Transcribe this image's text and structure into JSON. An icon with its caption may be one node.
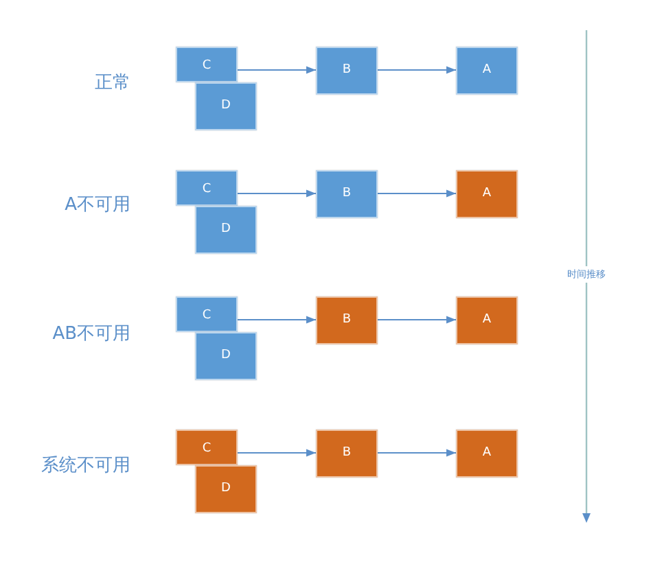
{
  "diagram": {
    "nodes": [
      {
        "text": [
          "C"
        ]
      },
      {
        "text": [
          "D"
        ]
      },
      {
        "text": [
          "B"
        ]
      },
      {
        "text": [
          "A"
        ]
      },
      {
        "text": [
          "C"
        ]
      },
      {
        "text": [
          "D"
        ]
      },
      {
        "text": [
          "B"
        ]
      },
      {
        "text": [
          "A"
        ]
      },
      {
        "text": [
          "C"
        ]
      },
      {
        "text": [
          "D"
        ]
      },
      {
        "text": [
          "B"
        ]
      },
      {
        "text": [
          "A"
        ]
      },
      {
        "text": [
          "C"
        ]
      },
      {
        "text": [
          "D"
        ]
      },
      {
        "text": [
          "B"
        ]
      },
      {
        "text": [
          "A"
        ]
      }
    ],
    "edges": [
      {
        "from": 0,
        "to": 2,
        "arrow": "to"
      },
      {
        "from": 2,
        "to": 3,
        "arrow": "to"
      },
      {
        "from": 4,
        "to": 6,
        "arrow": "to"
      },
      {
        "from": 6,
        "to": 7,
        "arrow": "to"
      },
      {
        "from": 8,
        "to": 10,
        "arrow": "to"
      },
      {
        "from": 10,
        "to": 11,
        "arrow": "to"
      },
      {
        "from": 12,
        "to": 14,
        "arrow": "to"
      },
      {
        "from": 14,
        "to": 15,
        "arrow": "to"
      }
    ],
    "labels": [
      "正常",
      "A不可用",
      "时间推移",
      "AB不可用",
      "系统不可用"
    ]
  }
}
